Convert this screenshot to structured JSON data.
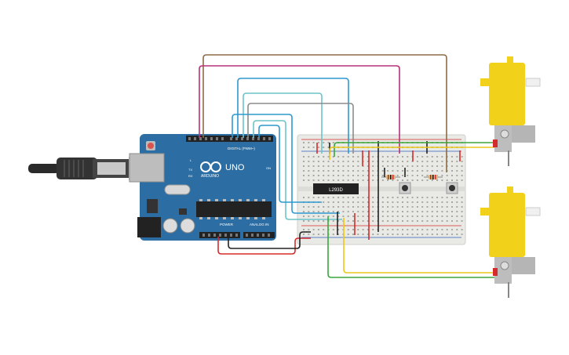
{
  "arduino": {
    "brand": "ARDUINO",
    "model": "UNO",
    "digital_label": "DIGITAL (PWM~)",
    "power_label": "POWER",
    "analog_label": "ANALOG IN",
    "on_label": "ON",
    "tx_label": "TX",
    "rx_label": "RX",
    "l_label": "L"
  },
  "driver_chip": {
    "label": "L293D"
  },
  "colors": {
    "board": "#2c6ea3",
    "breadboard": "#e9e9e6",
    "motor_yellow": "#f2d11b",
    "wire_brown": "#8a6b45",
    "wire_magenta": "#b8327a",
    "wire_blue": "#2e9ad0",
    "wire_teal": "#6cc4c9",
    "wire_gray": "#8c8c8c",
    "wire_red": "#d62b2b",
    "wire_black": "#222222",
    "wire_yellow": "#e9c818",
    "wire_green": "#3aa73a"
  }
}
